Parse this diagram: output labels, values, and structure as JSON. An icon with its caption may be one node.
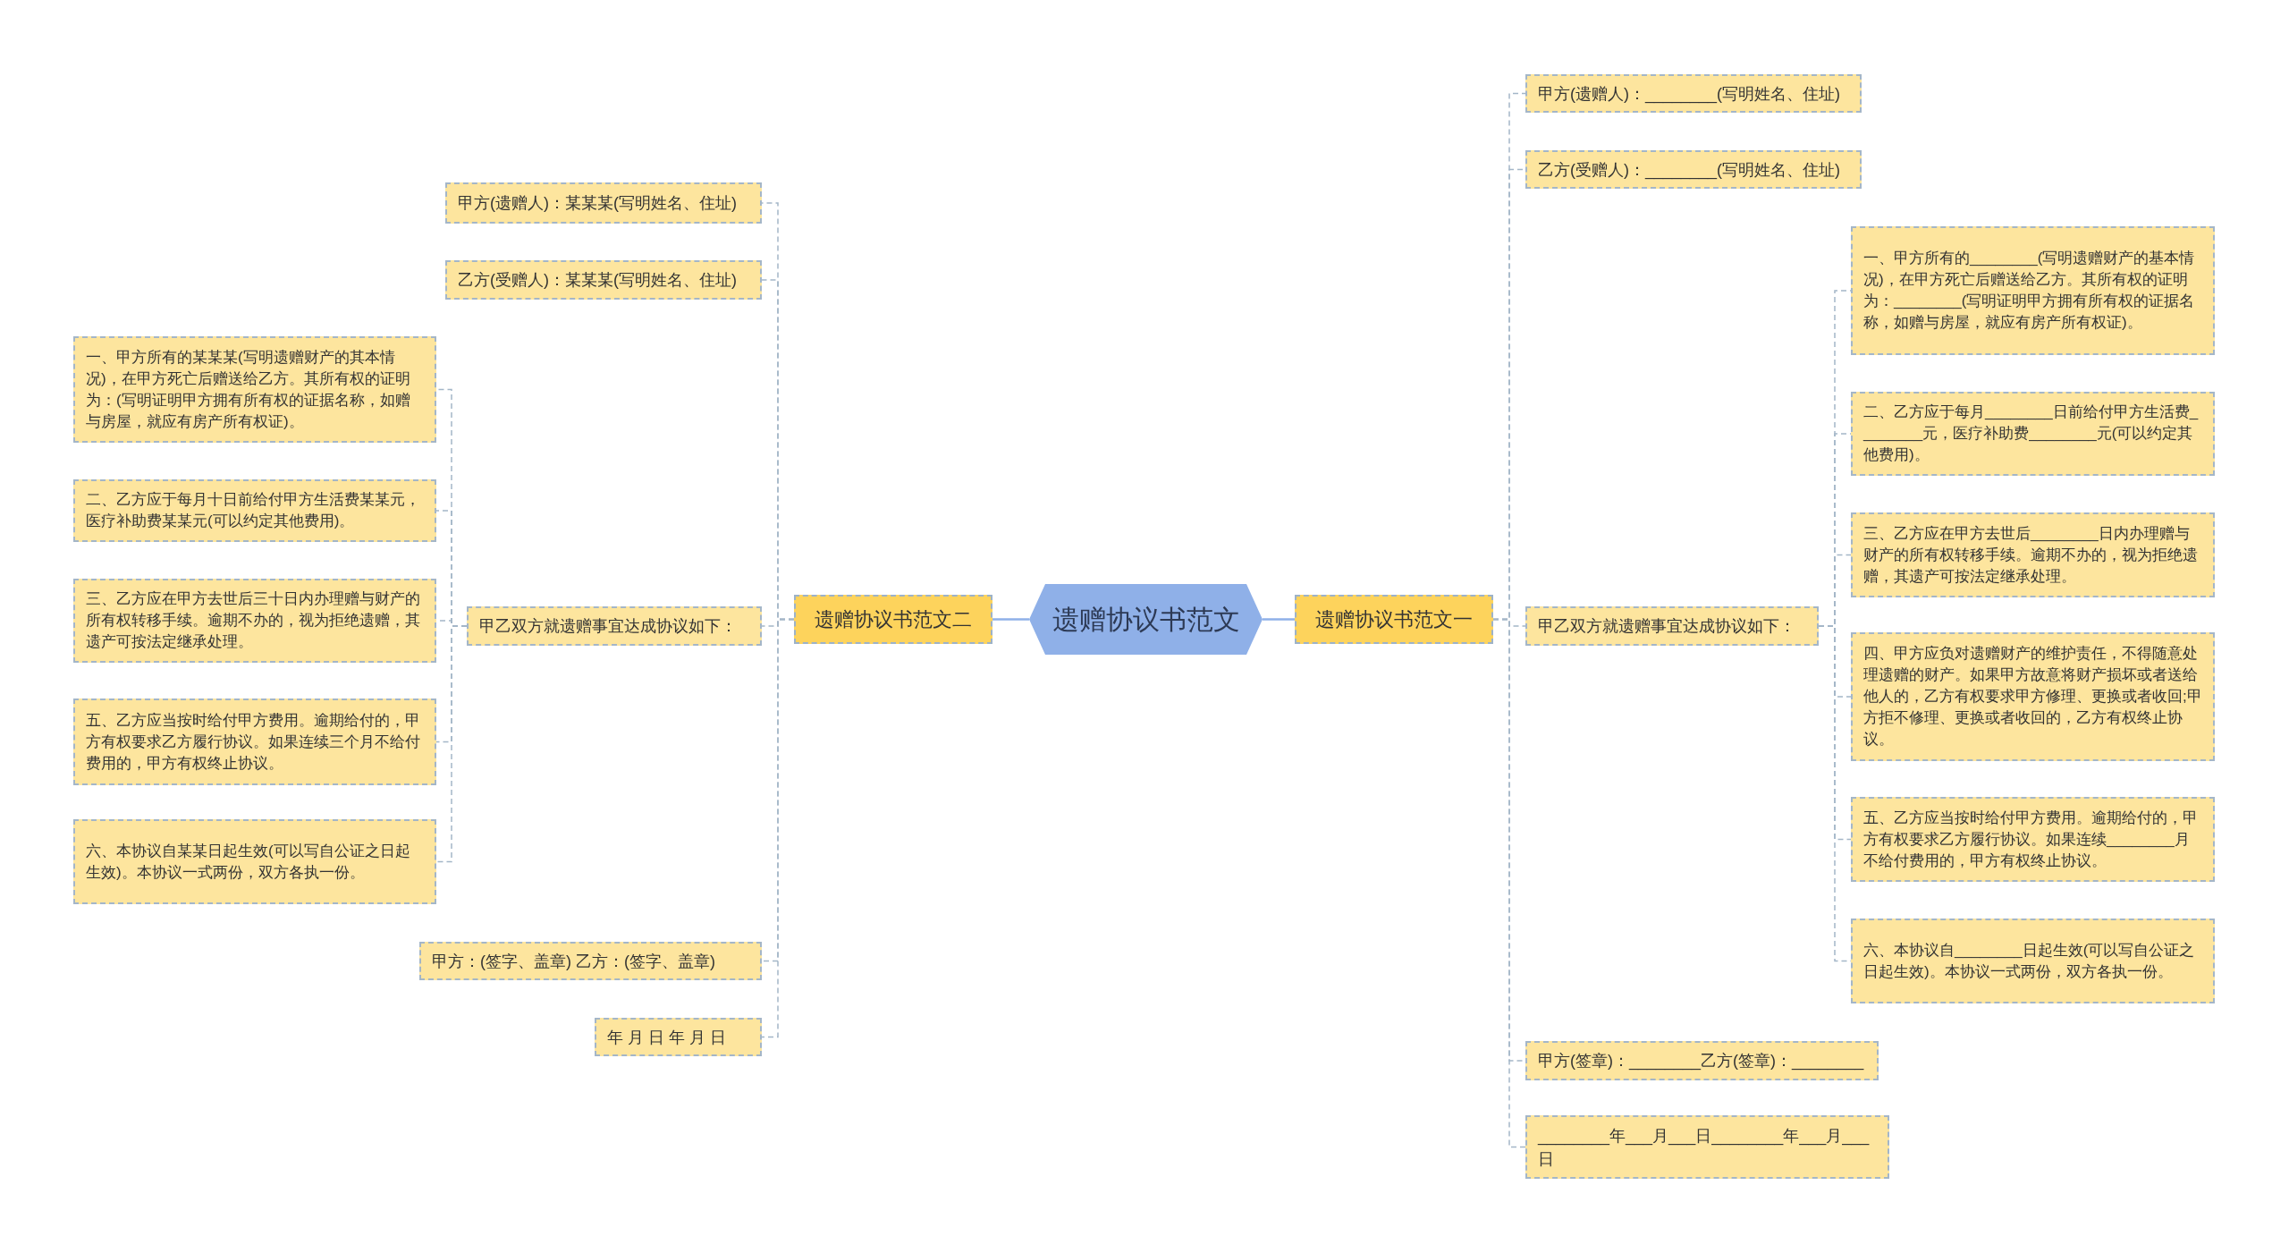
{
  "diagram": {
    "nodes": [
      {
        "text": [
          "遗赠协议书范文"
        ]
      },
      {
        "text": [
          "遗赠协议书范文一"
        ]
      },
      {
        "text": [
          "甲方(遗赠人)：________(写明姓名、住址)"
        ]
      },
      {
        "text": [
          "乙方(受赠人)：________(写明姓名、住址)"
        ]
      },
      {
        "text": [
          "甲乙双方就遗赠事宜达成协议如下："
        ]
      },
      {
        "text": [
          "一、甲方所有的________(写明遗赠财产的基本情况)，在甲方死亡后赠送给乙方。其所有权的证明为：________(写明证明甲方拥有所有权的证据名称，如赠与房屋，就应有房产所有权证)。"
        ]
      },
      {
        "text": [
          "二、乙方应于每月________日前给付甲方生活费________元，医疗补助费________元(可以约定其他费用)。"
        ]
      },
      {
        "text": [
          "三、乙方应在甲方去世后________日内办理赠与财产的所有权转移手续。逾期不办的，视为拒绝遗赠，其遗产可按法定继承处理。"
        ]
      },
      {
        "text": [
          "四、甲方应负对遗赠财产的维护责任，不得随意处理遗赠的财产。如果甲方故意将财产损坏或者送给他人的，乙方有权要求甲方修理、更换或者收回;甲方拒不修理、更换或者收回的，乙方有权终止协议。"
        ]
      },
      {
        "text": [
          "五、乙方应当按时给付甲方费用。逾期给付的，甲方有权要求乙方履行协议。如果连续________月不给付费用的，甲方有权终止协议。"
        ]
      },
      {
        "text": [
          "六、本协议自________日起生效(可以写自公证之日起生效)。本协议一式两份，双方各执一份。"
        ]
      },
      {
        "text": [
          "甲方(签章)：________乙方(签章)：________"
        ]
      },
      {
        "text": [
          "________年___月___日________年___月___日"
        ]
      },
      {
        "text": [
          "遗赠协议书范文二"
        ]
      },
      {
        "text": [
          "甲方(遗赠人)：某某某(写明姓名、住址)"
        ]
      },
      {
        "text": [
          "乙方(受赠人)：某某某(写明姓名、住址)"
        ]
      },
      {
        "text": [
          "甲乙双方就遗赠事宜达成协议如下："
        ]
      },
      {
        "text": [
          "一、甲方所有的某某某(写明遗赠财产的其本情况)，在甲方死亡后赠送给乙方。其所有权的证明为：(写明证明甲方拥有所有权的证据名称，如赠与房屋，就应有房产所有权证)。"
        ]
      },
      {
        "text": [
          "二、乙方应于每月十日前给付甲方生活费某某元，医疗补助费某某元(可以约定其他费用)。"
        ]
      },
      {
        "text": [
          "三、乙方应在甲方去世后三十日内办理赠与财产的所有权转移手续。逾期不办的，视为拒绝遗赠，其遗产可按法定继承处理。"
        ]
      },
      {
        "text": [
          "五、乙方应当按时给付甲方费用。逾期给付的，甲方有权要求乙方履行协议。如果连续三个月不给付费用的，甲方有权终止协议。"
        ]
      },
      {
        "text": [
          "六、本协议自某某日起生效(可以写自公证之日起生效)。本协议一式两份，双方各执一份。"
        ]
      },
      {
        "text": [
          "甲方：(签字、盖章) 乙方：(签字、盖章)"
        ]
      },
      {
        "text": [
          "年 月 日 年 月 日"
        ]
      }
    ],
    "edges": [
      {
        "from": 0,
        "to": 1,
        "arrow": "none",
        "color": "#8fb0e8"
      },
      {
        "from": 1,
        "to": 2,
        "arrow": "none",
        "style": "dashed"
      },
      {
        "from": 1,
        "to": 3,
        "arrow": "none",
        "style": "dashed"
      },
      {
        "from": 1,
        "to": 4,
        "arrow": "none",
        "style": "dashed"
      },
      {
        "from": 4,
        "to": 5,
        "arrow": "none",
        "style": "dashed"
      },
      {
        "from": 4,
        "to": 6,
        "arrow": "none",
        "style": "dashed"
      },
      {
        "from": 4,
        "to": 7,
        "arrow": "none",
        "style": "dashed"
      },
      {
        "from": 4,
        "to": 8,
        "arrow": "none",
        "style": "dashed"
      },
      {
        "from": 4,
        "to": 9,
        "arrow": "none",
        "style": "dashed"
      },
      {
        "from": 4,
        "to": 10,
        "arrow": "none",
        "style": "dashed"
      },
      {
        "from": 1,
        "to": 11,
        "arrow": "none",
        "style": "dashed"
      },
      {
        "from": 1,
        "to": 12,
        "arrow": "none",
        "style": "dashed"
      },
      {
        "from": 0,
        "to": 13,
        "arrow": "none",
        "color": "#8fb0e8"
      },
      {
        "from": 13,
        "to": 14,
        "arrow": "none",
        "style": "dashed"
      },
      {
        "from": 13,
        "to": 15,
        "arrow": "none",
        "style": "dashed"
      },
      {
        "from": 13,
        "to": 16,
        "arrow": "none",
        "style": "dashed"
      },
      {
        "from": 16,
        "to": 17,
        "arrow": "none",
        "style": "dashed"
      },
      {
        "from": 16,
        "to": 18,
        "arrow": "none",
        "style": "dashed"
      },
      {
        "from": 16,
        "to": 19,
        "arrow": "none",
        "style": "dashed"
      },
      {
        "from": 16,
        "to": 20,
        "arrow": "none",
        "style": "dashed"
      },
      {
        "from": 16,
        "to": 21,
        "arrow": "none",
        "style": "dashed"
      },
      {
        "from": 13,
        "to": 22,
        "arrow": "none",
        "style": "dashed"
      },
      {
        "from": 13,
        "to": 23,
        "arrow": "none",
        "style": "dashed"
      }
    ]
  }
}
